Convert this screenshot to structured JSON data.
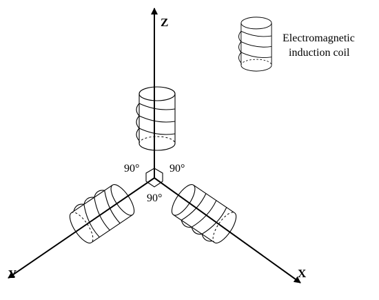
{
  "diagram": {
    "axes": {
      "z": "Z",
      "x": "X",
      "y": "Y"
    },
    "angles": [
      "90°",
      "90°",
      "90°"
    ],
    "legend": {
      "line1": "Electromagnetic",
      "line2": "induction coil"
    },
    "colors": {
      "stroke": "#000000",
      "background": "#ffffff"
    }
  }
}
